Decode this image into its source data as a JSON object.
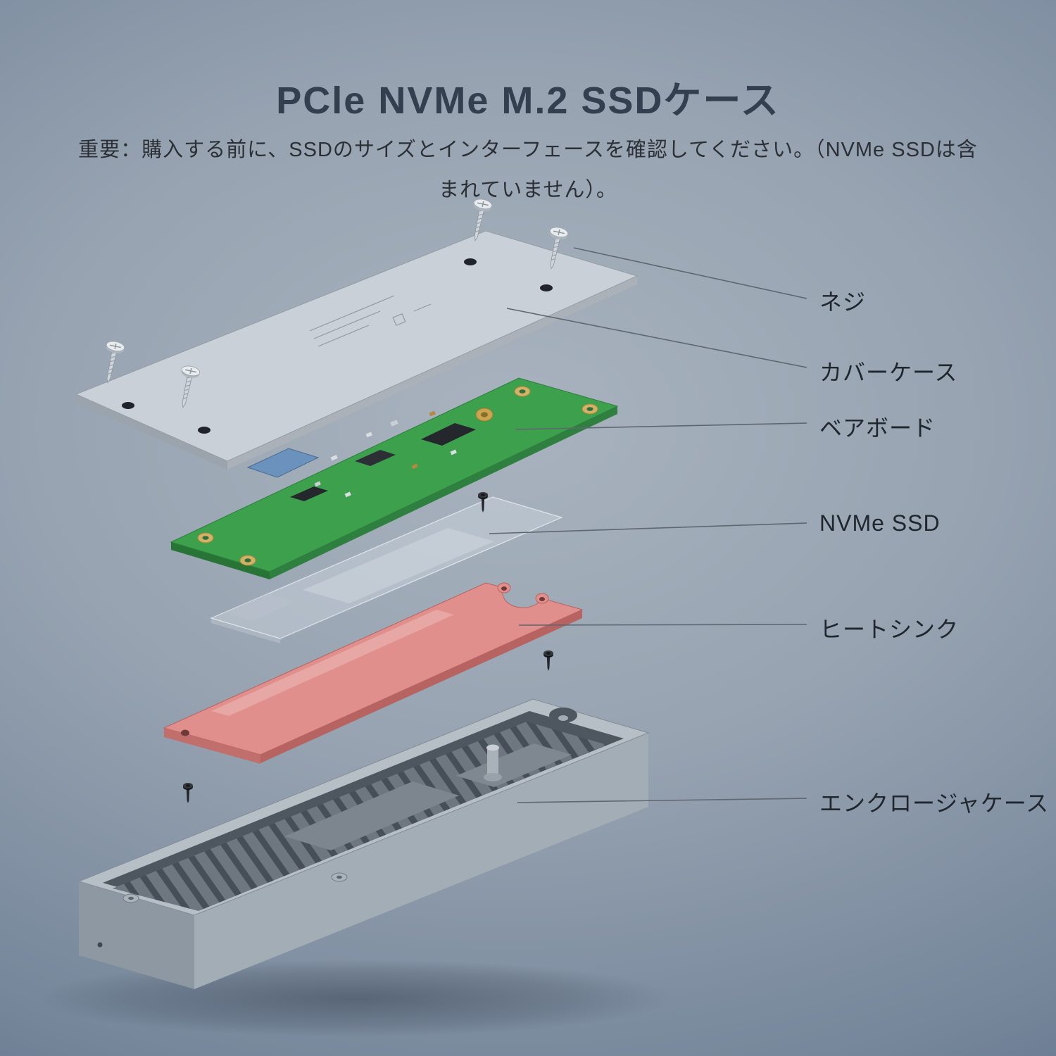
{
  "page": {
    "title": "PCle NVMe M.2 SSDケース",
    "subtitle_line1": "重要：購入する前に、SSDのサイズとインターフェースを確認してください。（NVMe SSDは含",
    "subtitle_line2": "まれていません）。"
  },
  "callouts": {
    "screw": "ネジ",
    "cover_case": "カバーケース",
    "bare_board": "ベアボード",
    "nvme_ssd": "NVMe SSD",
    "heatsink": "ヒートシンク",
    "enclosure_case": "エンクロージャケース"
  },
  "colors": {
    "background_center": "#a9b3bf",
    "background_edge": "#5a6d85",
    "title_text": "#333f4e",
    "body_text": "#2b2f36",
    "cover_case": "#c9d0d7",
    "pcb_green": "#3da04c",
    "thermal_pad_blue": "#6b92bc",
    "heatsink_pink": "#e08f8c",
    "enclosure_gray": "#a3adb5",
    "callout_line": "#5f6770"
  }
}
